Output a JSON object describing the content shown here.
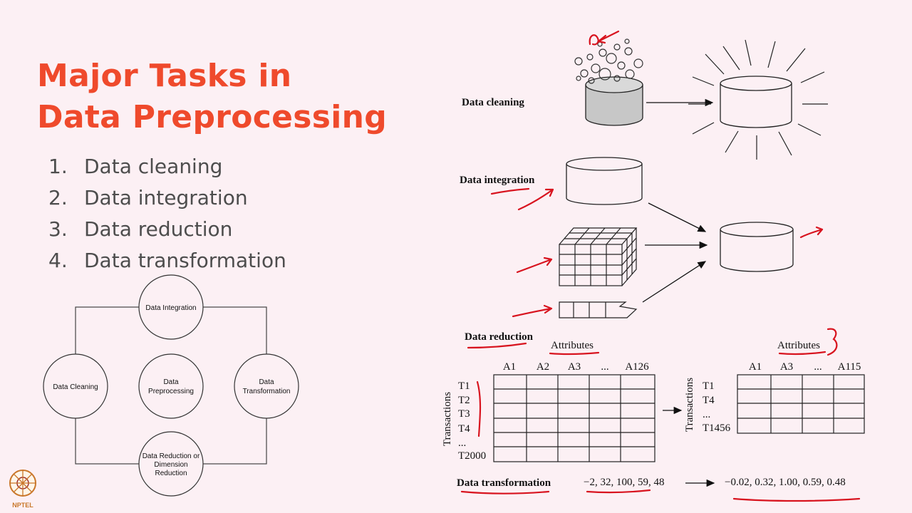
{
  "slide": {
    "title_line1": "Major Tasks in",
    "title_line2": "Data Preprocessing",
    "tasks": [
      {
        "num": "1.",
        "label": "Data cleaning"
      },
      {
        "num": "2.",
        "label": "Data integration"
      },
      {
        "num": "3.",
        "label": "Data reduction"
      },
      {
        "num": "4.",
        "label": "Data transformation"
      }
    ]
  },
  "cycle_diagram": {
    "center": [
      "Data",
      "Preprocessing"
    ],
    "top": "Data Integration",
    "left": "Data Cleaning",
    "right": [
      "Data",
      "Transformation"
    ],
    "bottom": [
      "Data Reduction or",
      "Dimension",
      "Reduction"
    ]
  },
  "right_figure": {
    "cleaning_label": "Data cleaning",
    "integration_label": "Data integration",
    "reduction_label": "Data reduction",
    "transformation_label": "Data transformation",
    "attributes_label": "Attributes",
    "transactions_label": "Transactions",
    "left_table": {
      "columns": [
        "A1",
        "A2",
        "A3",
        "...",
        "A126"
      ],
      "rows": [
        "T1",
        "T2",
        "T3",
        "T4",
        "...",
        "T2000"
      ]
    },
    "right_table": {
      "columns": [
        "A1",
        "A3",
        "...",
        "A115"
      ],
      "rows": [
        "T1",
        "T4",
        "...",
        "T1456"
      ]
    },
    "transform_input": "−2, 32, 100, 59, 48",
    "transform_output": "−0.02, 0.32, 1.00, 0.59, 0.48"
  },
  "logo": {
    "text": "NPTEL"
  },
  "colors": {
    "title": "#ef4a2c",
    "annotation": "#d8141f",
    "background": "#fcf0f4"
  }
}
